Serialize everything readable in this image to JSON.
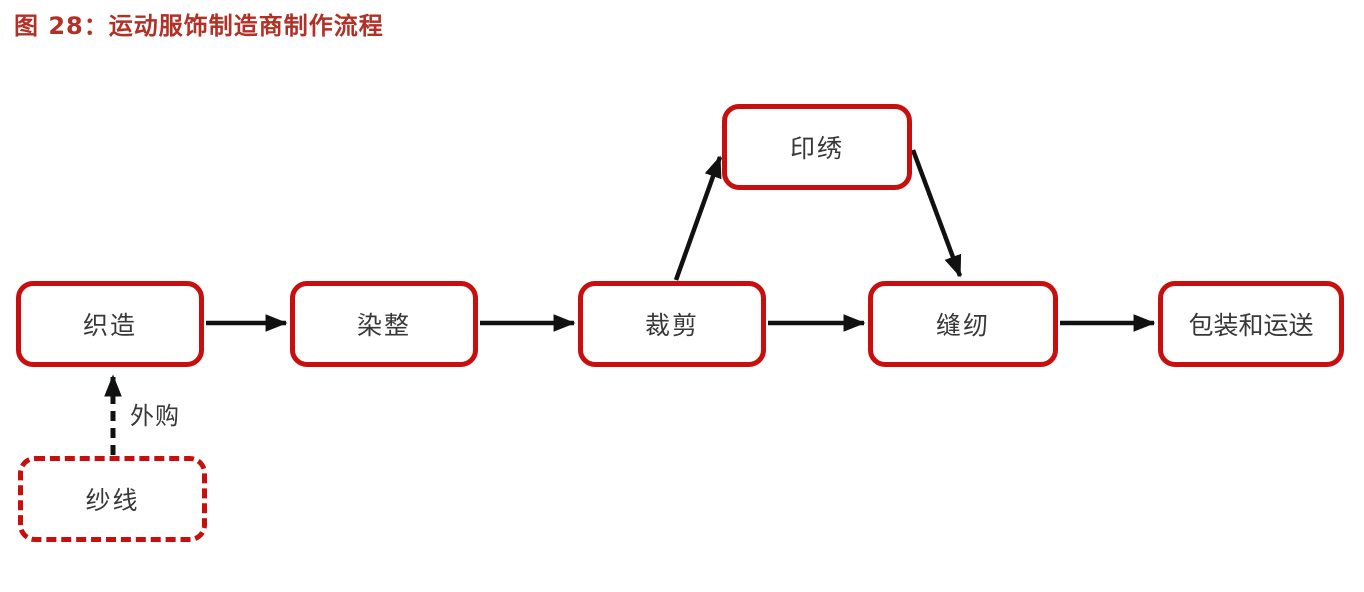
{
  "title": "图 28：运动服饰制造商制作流程",
  "colors": {
    "title_red": "#B23026",
    "box_border_red": "#C90E0E",
    "arrow_black": "#111111",
    "node_text": "#383838",
    "background": "#FFFFFF"
  },
  "flowchart": {
    "nodes": [
      {
        "id": "weaving",
        "label": "织造",
        "border": "solid"
      },
      {
        "id": "dyeing-finishing",
        "label": "染整",
        "border": "solid"
      },
      {
        "id": "cutting",
        "label": "裁剪",
        "border": "solid"
      },
      {
        "id": "printing-embroidery",
        "label": "印绣",
        "border": "solid"
      },
      {
        "id": "sewing",
        "label": "缝纫",
        "border": "solid"
      },
      {
        "id": "packing-shipping",
        "label": "包装和运送",
        "border": "solid"
      },
      {
        "id": "yarn",
        "label": "纱线",
        "border": "dashed"
      }
    ],
    "edges": [
      {
        "from": "weaving",
        "to": "dyeing-finishing",
        "style": "solid"
      },
      {
        "from": "dyeing-finishing",
        "to": "cutting",
        "style": "solid"
      },
      {
        "from": "cutting",
        "to": "printing-embroidery",
        "style": "solid"
      },
      {
        "from": "printing-embroidery",
        "to": "sewing",
        "style": "solid"
      },
      {
        "from": "cutting",
        "to": "sewing",
        "style": "solid"
      },
      {
        "from": "sewing",
        "to": "packing-shipping",
        "style": "solid"
      },
      {
        "from": "yarn",
        "to": "weaving",
        "style": "dashed",
        "label": "外购"
      }
    ],
    "edge_label": "外购"
  }
}
